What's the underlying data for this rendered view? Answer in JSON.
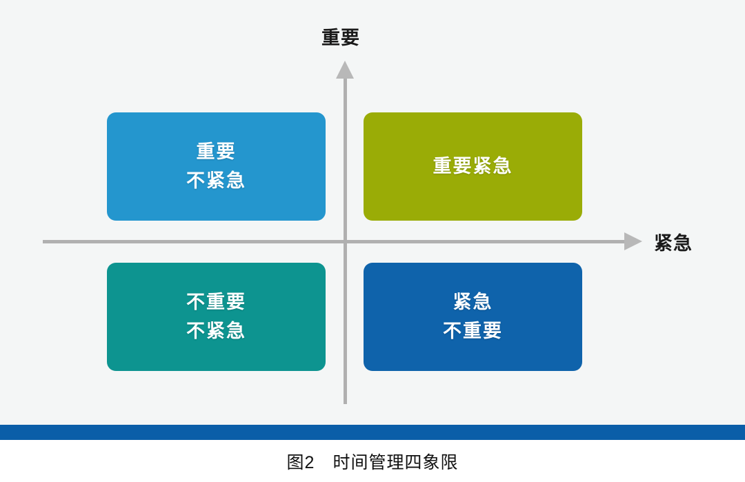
{
  "figure": {
    "background_color": "#f4f6f6",
    "caption": "图2　时间管理四象限",
    "caption_background": "#ffffff"
  },
  "axes": {
    "vertical_label": "重要",
    "horizontal_label": "紧急",
    "line_color": "#b0b0b0",
    "arrow_color": "#b8b8b8",
    "vertical_arrow_icon": "arrow-up-icon",
    "horizontal_arrow_icon": "arrow-right-icon"
  },
  "quadrants": [
    {
      "id": "important-not-urgent",
      "position": "top-left",
      "lines": [
        "重要",
        "不紧急"
      ],
      "text": "重要\n不紧急",
      "face_color": "#2496ce",
      "edge_color": "#1b76a6",
      "text_color": "#ffffff"
    },
    {
      "id": "important-urgent",
      "position": "top-right",
      "lines": [
        "重要紧急"
      ],
      "text": "重要紧急",
      "face_color": "#9aac06",
      "edge_color": "#7e8c05",
      "text_color": "#ffffff"
    },
    {
      "id": "not-important-not-urgent",
      "position": "bottom-left",
      "lines": [
        "不重要",
        "不紧急"
      ],
      "text": "不重要\n不紧急",
      "face_color": "#0d9490",
      "edge_color": "#0a7a77",
      "text_color": "#ffffff"
    },
    {
      "id": "urgent-not-important",
      "position": "bottom-right",
      "lines": [
        "紧急",
        "不重要"
      ],
      "text": "紧急\n不重要",
      "face_color": "#0f63ab",
      "edge_color": "#0b4c84",
      "text_color": "#ffffff"
    }
  ],
  "bottom_bar": {
    "color": "#0b5ea8"
  }
}
